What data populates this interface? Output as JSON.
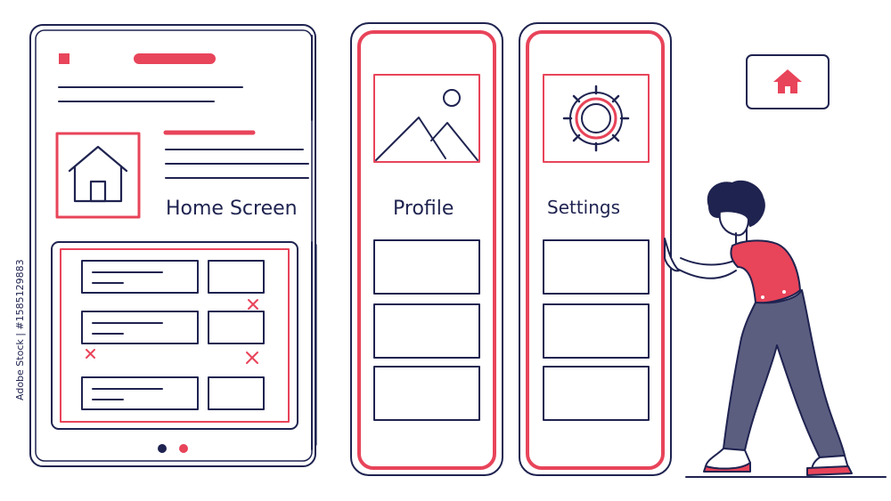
{
  "labels": {
    "home": "Home Screen",
    "profile": "Profile",
    "settings": "Settings"
  },
  "watermark": "Adobe Stock | #1585129883",
  "colors": {
    "navy": "#1f2350",
    "accent": "#e8445a",
    "pants": "#5c5e80",
    "skin": "#ffffff"
  },
  "icons": {
    "home_tile": "house-icon",
    "profile_tile": "mountain-image-icon",
    "settings_tile": "gear-icon",
    "home_button": "home-icon"
  },
  "pager": {
    "count": 2,
    "active": 1
  }
}
